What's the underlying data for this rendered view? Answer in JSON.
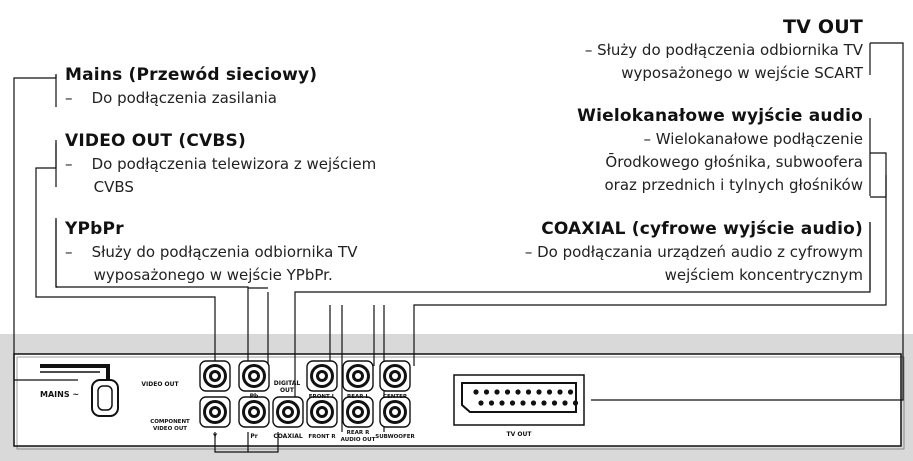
{
  "left_labels": [
    {
      "title": "Mains (Przewód sieciowy)",
      "lines": [
        "–    Do podłączenia zasilania"
      ]
    },
    {
      "title": "VIDEO OUT (CVBS)",
      "lines": [
        "–    Do podłączenia telewizora z wejściem",
        "      CVBS"
      ]
    },
    {
      "title": "YPbPr",
      "lines": [
        "–    Służy do podłączenia odbiornika TV",
        "      wyposażonego w wejście YPbPr."
      ]
    }
  ],
  "right_labels": [
    {
      "title": "TV OUT",
      "lines": [
        "– Służy do podłączenia odbiornika TV",
        "wyposażonego w wejście SCART"
      ]
    },
    {
      "title": "Wielokanałowe wyjście audio",
      "lines": [
        "– Wielokanałowe podłączenie",
        "Ōrodkowego głośnika, subwoofera",
        "oraz przednich i tylnych głośników"
      ]
    },
    {
      "title": "COAXIAL (cyfrowe wyjście audio)",
      "lines": [
        "– Do podłączania urządzeń audio z cyfrowym",
        "wejściem koncentrycznym"
      ]
    }
  ],
  "panel": {
    "mains": "MAINS ~",
    "video_out": "VIDEO OUT",
    "component_video_out_1": "COMPONENT",
    "component_video_out_2": "VIDEO OUT",
    "pb": "Pb",
    "y": "Y",
    "pr": "Pr",
    "digital_out_1": "DIGITAL",
    "digital_out_2": "OUT",
    "coaxial": "COAXIAL",
    "front_l": "FRONT L",
    "front_r": "FRONT R",
    "rear_l": "REAR L",
    "rear_r": "REAR R",
    "audio_out": "AUDIO OUT",
    "center": "CENTER",
    "subwoofer": "SUBWOOFER",
    "tv_out": "TV OUT"
  }
}
